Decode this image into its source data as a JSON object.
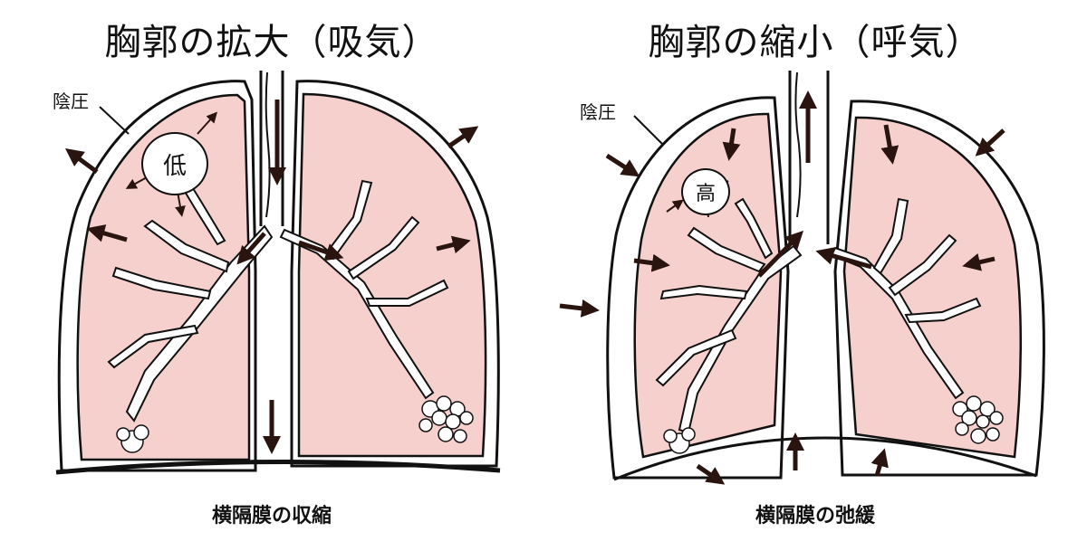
{
  "left": {
    "title": "胸郭の拡大（吸気）",
    "pressure_label": "陰圧",
    "bubble_text": "低",
    "caption": "横隔膜の収縮"
  },
  "right": {
    "title": "胸郭の縮小（呼気）",
    "pressure_label": "陰圧",
    "bubble_text": "高",
    "caption": "横隔膜の弛緩"
  },
  "colors": {
    "lung_fill": "#f6d0cc",
    "outline": "#111111",
    "arrow": "#2a1410"
  }
}
